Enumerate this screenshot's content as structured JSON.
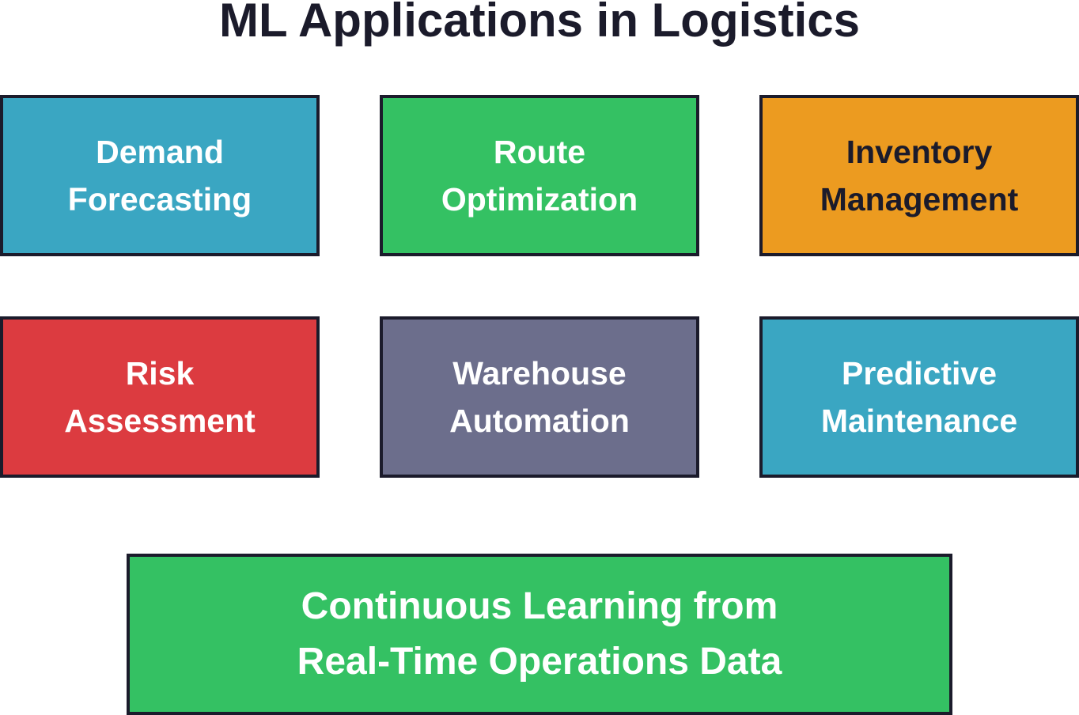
{
  "title": "ML Applications in Logistics",
  "boxes": [
    {
      "label": "Demand\nForecasting",
      "fill": "#3aa6c2",
      "text_color": "#ffffff"
    },
    {
      "label": "Route\nOptimization",
      "fill": "#34c163",
      "text_color": "#ffffff"
    },
    {
      "label": "Inventory\nManagement",
      "fill": "#ec9b20",
      "text_color": "#1b1b2b"
    },
    {
      "label": "Risk\nAssessment",
      "fill": "#dc3b40",
      "text_color": "#ffffff"
    },
    {
      "label": "Warehouse\nAutomation",
      "fill": "#6c6e8c",
      "text_color": "#ffffff"
    },
    {
      "label": "Predictive\nMaintenance",
      "fill": "#3aa6c2",
      "text_color": "#ffffff"
    }
  ],
  "footer": {
    "label": "Continuous Learning from\nReal-Time Operations Data",
    "fill": "#34c163",
    "text_color": "#ffffff"
  },
  "border_color": "#1b1b2b"
}
